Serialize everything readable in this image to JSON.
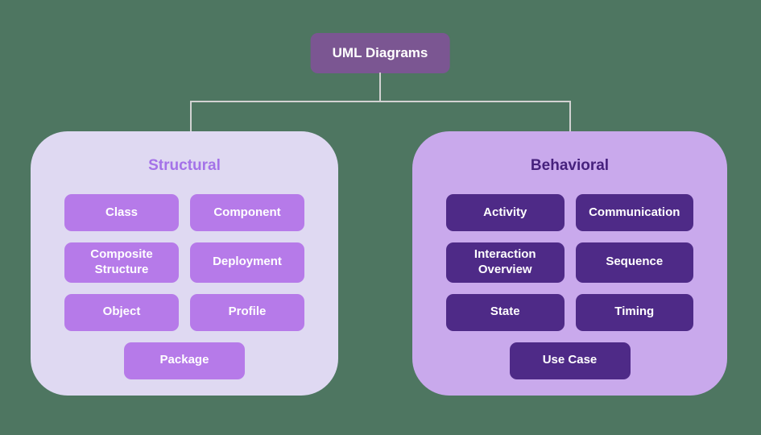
{
  "diagram": {
    "root_label": "UML Diagrams",
    "groups": [
      {
        "title": "Structural",
        "items": [
          "Class",
          "Component",
          "Composite Structure",
          "Deployment",
          "Object",
          "Profile",
          "Package"
        ]
      },
      {
        "title": "Behavioral",
        "items": [
          "Activity",
          "Communication",
          "Interaction Overview",
          "Sequence",
          "State",
          "Timing",
          "Use Case"
        ]
      }
    ]
  },
  "colors": {
    "page_background": "#4e7661",
    "root_box": "#7b5692",
    "connector_line": "#d2d2d2",
    "structural_panel": "#dfd9f2",
    "structural_title": "#a472e8",
    "structural_node": "#b67ae9",
    "behavioral_panel": "#c9a9ec",
    "behavioral_title": "#46217d",
    "behavioral_node": "#4e2a87",
    "node_text": "#ffffff"
  }
}
